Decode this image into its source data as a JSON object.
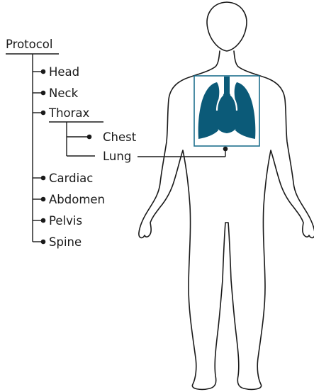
{
  "protocol": {
    "title": "Protocol",
    "items": {
      "head": "Head",
      "neck": "Neck",
      "thorax": "Thorax",
      "chest": "Chest",
      "lung": "Lung",
      "cardiac": "Cardiac",
      "abdomen": "Abdomen",
      "pelvis": "Pelvis",
      "spine": "Spine"
    }
  },
  "colors": {
    "lung_fill": "#0b5a78",
    "highlight_box": "#1e6f8e",
    "line": "#1a1a1a"
  },
  "icons": [
    "human-body-figure",
    "lungs-icon"
  ]
}
